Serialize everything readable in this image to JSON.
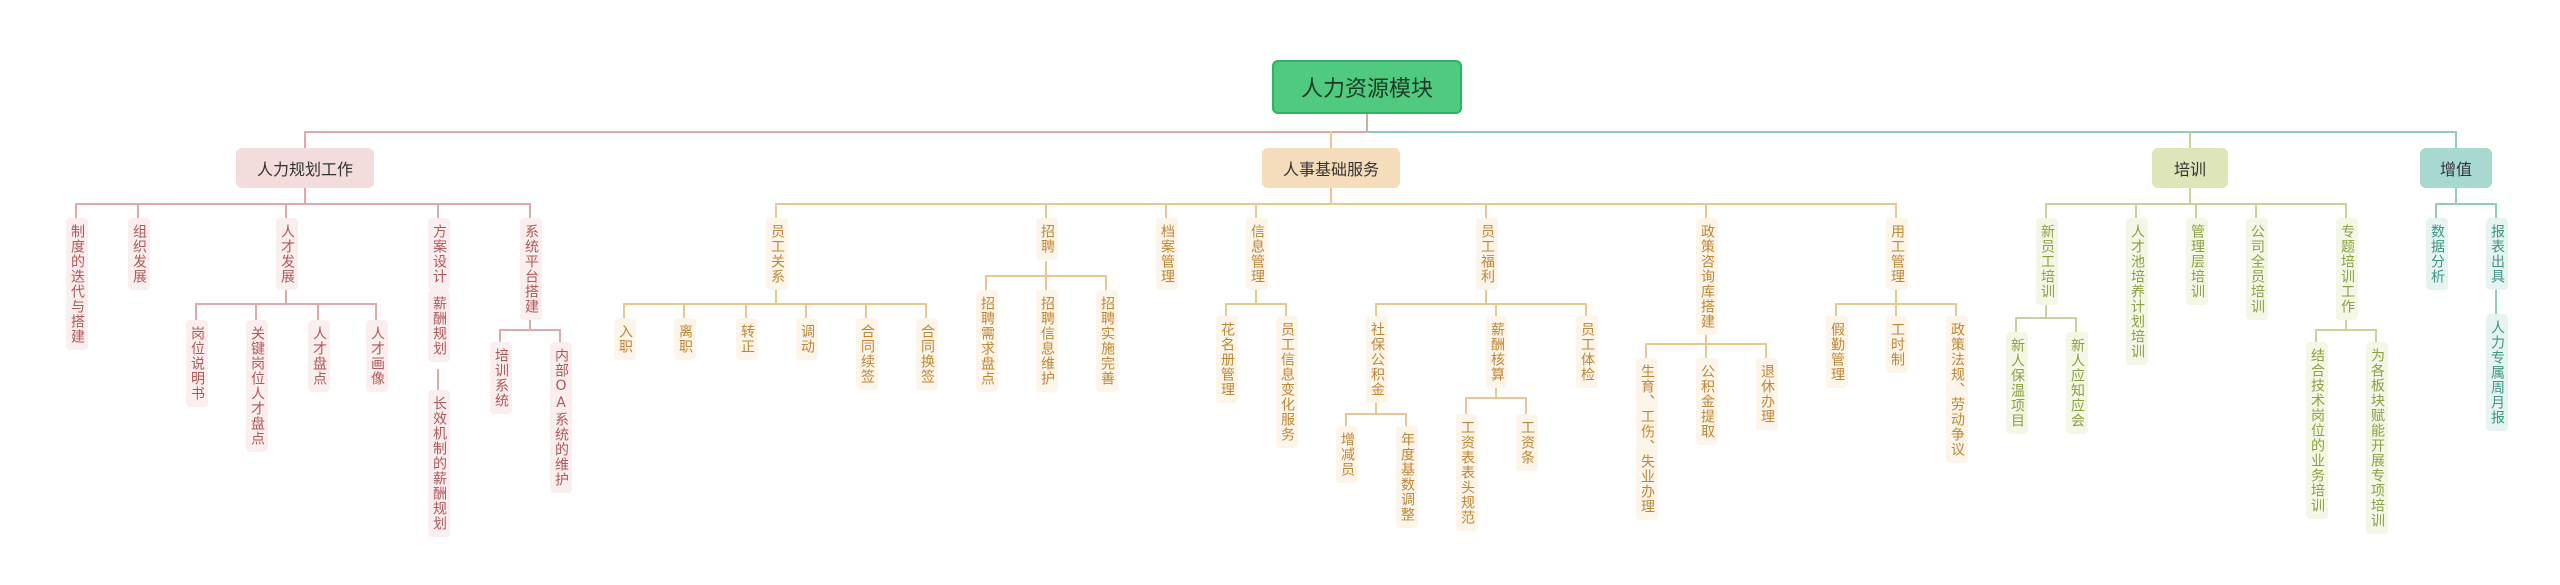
{
  "root": {
    "label": "人力资源模块"
  },
  "branches": [
    {
      "label": "人力规划工作",
      "items": [
        {
          "label": "制度的迭代与搭建"
        },
        {
          "label": "组织发展"
        },
        {
          "label": "人才发展",
          "children": [
            {
              "label": "岗位说明书"
            },
            {
              "label": "关键岗位人才盘点"
            },
            {
              "label": "人才盘点"
            },
            {
              "label": "人才画像"
            }
          ]
        },
        {
          "label": "方案设计",
          "children": [
            {
              "label": "薪酬规划",
              "children": [
                {
                  "label": "长效机制的薪酬规划"
                }
              ]
            }
          ]
        },
        {
          "label": "系统平台搭建",
          "children": [
            {
              "label": "培训系统"
            },
            {
              "label": "内部OA系统的维护"
            }
          ]
        }
      ]
    },
    {
      "label": "人事基础服务",
      "items": [
        {
          "label": "员工关系",
          "children": [
            {
              "label": "入职"
            },
            {
              "label": "离职"
            },
            {
              "label": "转正"
            },
            {
              "label": "调动"
            },
            {
              "label": "合同续签"
            },
            {
              "label": "合同换签"
            }
          ]
        },
        {
          "label": "招聘",
          "children": [
            {
              "label": "招聘需求盘点"
            },
            {
              "label": "招聘信息维护"
            },
            {
              "label": "招聘实施完善"
            }
          ]
        },
        {
          "label": "档案管理"
        },
        {
          "label": "信息管理",
          "children": [
            {
              "label": "花名册管理"
            },
            {
              "label": "员工信息变化服务"
            }
          ]
        },
        {
          "label": "员工福利",
          "children": [
            {
              "label": "社保公积金",
              "children": [
                {
                  "label": "增减员"
                },
                {
                  "label": "年度基数调整"
                }
              ]
            },
            {
              "label": "薪酬核算",
              "children": [
                {
                  "label": "工资表表头规范"
                },
                {
                  "label": "工资条"
                }
              ]
            },
            {
              "label": "员工体检"
            }
          ]
        },
        {
          "label": "政策咨询库搭建",
          "children": [
            {
              "label": "生育、工伤、失业办理"
            },
            {
              "label": "公积金提取"
            },
            {
              "label": "退休办理"
            }
          ]
        },
        {
          "label": "用工管理",
          "children": [
            {
              "label": "假勤管理"
            },
            {
              "label": "工时制"
            },
            {
              "label": "政策法规、劳动争议"
            }
          ]
        }
      ]
    },
    {
      "label": "培训",
      "items": [
        {
          "label": "新员工培训",
          "children": [
            {
              "label": "新人保温项目"
            },
            {
              "label": "新人应知应会"
            }
          ]
        },
        {
          "label": "人才池培养计划培训"
        },
        {
          "label": "管理层培训"
        },
        {
          "label": "公司全员培训"
        },
        {
          "label": "专题培训工作",
          "children": [
            {
              "label": "结合技术岗位的业务培训"
            },
            {
              "label": "为各板块赋能开展专项培训"
            }
          ]
        }
      ]
    },
    {
      "label": "增值",
      "items": [
        {
          "label": "数据分析"
        },
        {
          "label": "报表出具",
          "children": [
            {
              "label": "人力专属周月报"
            }
          ]
        }
      ]
    }
  ]
}
